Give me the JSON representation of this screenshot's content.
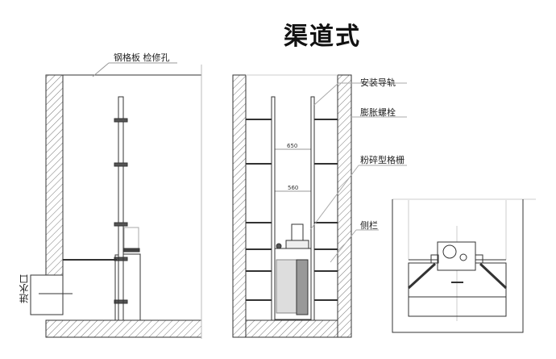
{
  "title": "渠道式",
  "labels": {
    "grating_manhole": "钢格板 检修孔",
    "inlet": "进水口",
    "guide_rail": "安装导轨",
    "expansion_bolt": "膨胀螺栓",
    "grinder_screen": "粉碎型格栅",
    "side_rail": "侧栏"
  },
  "dimensions": {
    "outer": "650",
    "inner": "560"
  }
}
